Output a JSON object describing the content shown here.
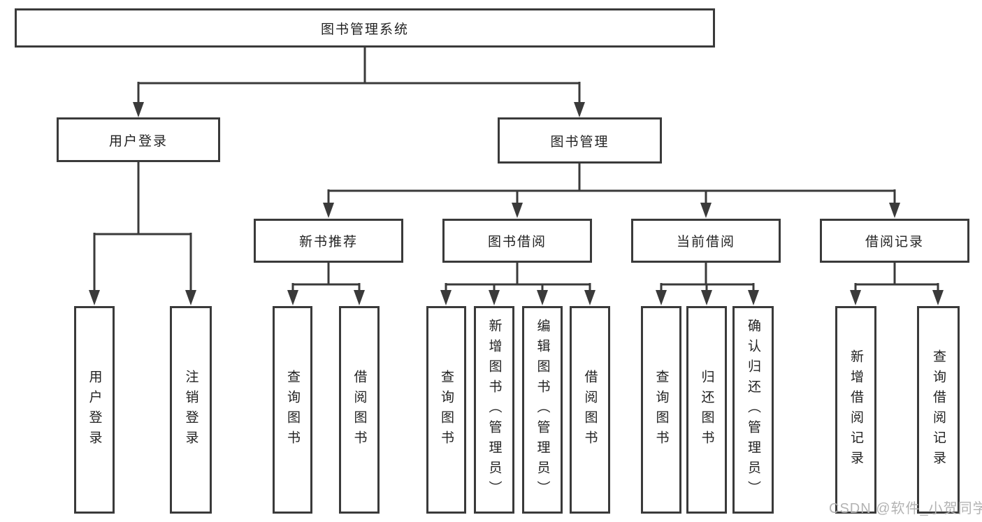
{
  "nodes": {
    "root": "图书管理系统",
    "level2": [
      "用户登录",
      "图书管理"
    ],
    "level3": [
      "新书推荐",
      "图书借阅",
      "当前借阅",
      "借阅记录"
    ],
    "leaves_user_login": [
      "用户登录",
      "注销登录"
    ],
    "leaves_new_book": [
      "查询图书",
      "借阅图书"
    ],
    "leaves_book_borrow": [
      "查询图书",
      "新增图书（管理员）",
      "编辑图书（管理员）",
      "借阅图书"
    ],
    "leaves_current_borrow": [
      "查询图书",
      "归还图书",
      "确认归还（管理员）"
    ],
    "leaves_borrow_records": [
      "新增借阅记录",
      "查询借阅记录"
    ]
  },
  "watermark": "CSDN @软件_小贺同学",
  "colors": {
    "line": "#3a3a3a",
    "text": "#222222",
    "watermark": "#b3b3b3",
    "background": "#ffffff"
  }
}
